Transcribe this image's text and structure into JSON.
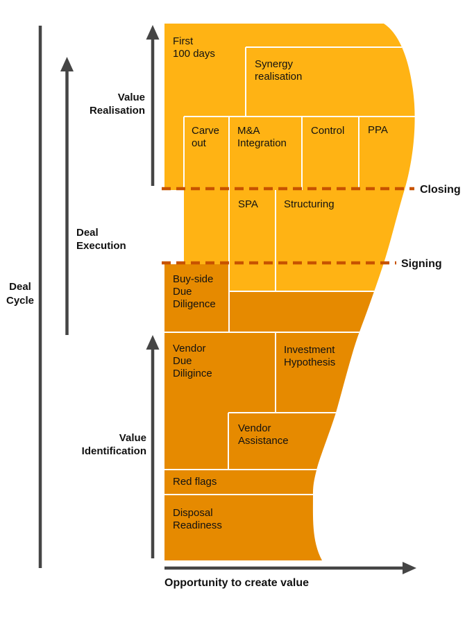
{
  "colors": {
    "yellow": "#FFB314",
    "orange": "#E68A00",
    "milestone": "#C75300",
    "axis_gray": "#454545",
    "text_dark": "#111111",
    "separator_white": "#FFFFFF"
  },
  "deal_cycle_axis": {
    "label_lines": [
      "Deal",
      "Cycle"
    ]
  },
  "x_axis": {
    "label": "Opportunity to create value"
  },
  "sections": {
    "value_realisation": {
      "label_lines": [
        "Value",
        "Realisation"
      ]
    },
    "deal_execution": {
      "label_lines": [
        "Deal",
        "Execution"
      ]
    },
    "value_identification": {
      "label_lines": [
        "Value",
        "Identification"
      ]
    }
  },
  "milestones": {
    "closing": "Closing",
    "signing": "Signing"
  },
  "blocks": {
    "first_100_days": {
      "lines": [
        "First",
        "100 days"
      ]
    },
    "synergy_realisation": {
      "lines": [
        "Synergy",
        "realisation"
      ]
    },
    "carve_out": {
      "lines": [
        "Carve",
        "out"
      ]
    },
    "ma_integration": {
      "lines": [
        "M&A",
        "Integration"
      ]
    },
    "control": {
      "lines": [
        "Control"
      ]
    },
    "ppa": {
      "lines": [
        "PPA"
      ]
    },
    "spa": {
      "lines": [
        "SPA"
      ]
    },
    "structuring": {
      "lines": [
        "Structuring"
      ]
    },
    "buy_side_due_diligence": {
      "lines": [
        "Buy-side",
        "Due",
        "Diligence"
      ]
    },
    "vendor_due_diligince": {
      "lines": [
        "Vendor",
        "Due",
        "Diligince"
      ]
    },
    "investment_hypothesis": {
      "lines": [
        "Investment",
        "Hypothesis"
      ]
    },
    "vendor_assistance": {
      "lines": [
        "Vendor",
        "Assistance"
      ]
    },
    "red_flags": {
      "lines": [
        "Red flags"
      ]
    },
    "disposal_readiness": {
      "lines": [
        "Disposal",
        "Readiness"
      ]
    }
  }
}
